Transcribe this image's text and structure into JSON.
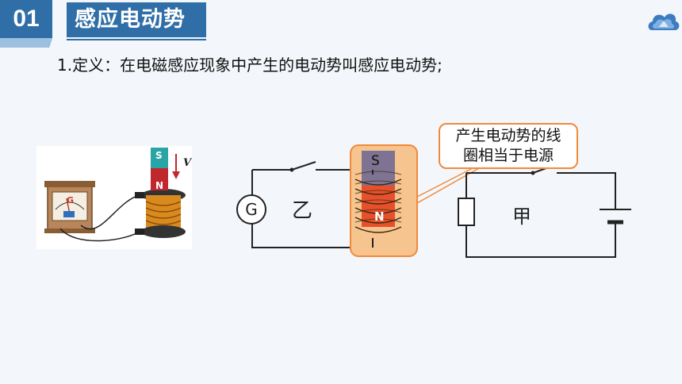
{
  "header": {
    "section_number": "01",
    "title": "感应电动势"
  },
  "definition": "1.定义：在电磁感应现象中产生的电动势叫感应电动势;",
  "callout": {
    "line1": "产生电动势的线",
    "line2": "圈相当于电源"
  },
  "circuit_left": {
    "label": "乙",
    "meter_label": "G",
    "magnet_top": "S",
    "magnet_bottom": "N"
  },
  "circuit_right": {
    "label": "甲"
  },
  "photo": {
    "magnet_top": "S",
    "magnet_bottom": "N",
    "velocity": "V",
    "meter": "G"
  },
  "colors": {
    "accent_blue": "#2f6ea6",
    "callout_orange": "#f08a3c",
    "highlight_fill": "#f6c48e"
  }
}
